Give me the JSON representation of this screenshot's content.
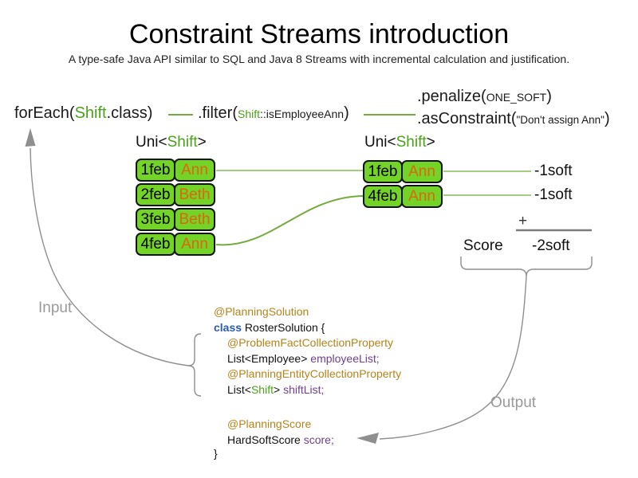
{
  "title": "Constraint Streams introduction",
  "subtitle": "A type-safe Java API similar to SQL and Java 8 Streams with incremental calculation and justification.",
  "pipeline": {
    "foreach_pre": "forEach(",
    "foreach_type": "Shift",
    "foreach_post": ".class)",
    "filter_pre": ".filter(",
    "filter_arg_type": "Shift",
    "filter_arg_rest": "::isEmployeeAnn",
    "filter_post": ")",
    "penalize_pre": ".penalize(",
    "penalize_arg": "ONE_SOFT",
    "penalize_post": ")",
    "asconstraint_pre": ".asConstraint(",
    "asconstraint_arg": "\"Don't assign Ann\"",
    "asconstraint_post": ")"
  },
  "left_stream": {
    "label_pre": "Uni<",
    "label_type": "Shift",
    "label_post": ">",
    "rows": [
      {
        "date": "1feb",
        "name": "Ann"
      },
      {
        "date": "2feb",
        "name": "Beth"
      },
      {
        "date": "3feb",
        "name": "Beth"
      },
      {
        "date": "4feb",
        "name": "Ann"
      }
    ]
  },
  "right_stream": {
    "label_pre": "Uni<",
    "label_type": "Shift",
    "label_post": ">",
    "rows": [
      {
        "date": "1feb",
        "name": "Ann"
      },
      {
        "date": "4feb",
        "name": "Ann"
      }
    ]
  },
  "scoring": {
    "penalties": [
      "-1soft",
      "-1soft"
    ],
    "plus_sign": "+",
    "score_label": "Score",
    "total": "-2soft"
  },
  "flow_labels": {
    "input": "Input",
    "output": "Output"
  },
  "code": {
    "annotation_solution": "@PlanningSolution",
    "keyword_class": "class",
    "class_decl": " RosterSolution {",
    "annotation_problem_fact": "@ProblemFactCollectionProperty",
    "employee_list_type": "List<Employee> ",
    "employee_list_field": "employeeList;",
    "annotation_planning_entity": "@PlanningEntityCollectionProperty",
    "shift_list_pre": "List<",
    "shift_list_type": "Shift",
    "shift_list_mid": "> ",
    "shift_list_field": "shiftList;",
    "annotation_score": "@PlanningScore",
    "score_type": "HardSoftScore ",
    "score_field": "score;",
    "closing_brace": "}"
  },
  "colors": {
    "type_green": "#4aa21a",
    "cell_fill_green": "#73d327",
    "employee_orange": "#dd660e",
    "connector_green_light": "#a5cd82",
    "connector_green_dark": "#74ab3e",
    "arrow_gray": "#8f8f8f",
    "label_gray": "#9a9a9a",
    "annotation_gold": "#b5831a",
    "keyword_blue": "#2a5caa",
    "field_purple": "#70408c"
  }
}
